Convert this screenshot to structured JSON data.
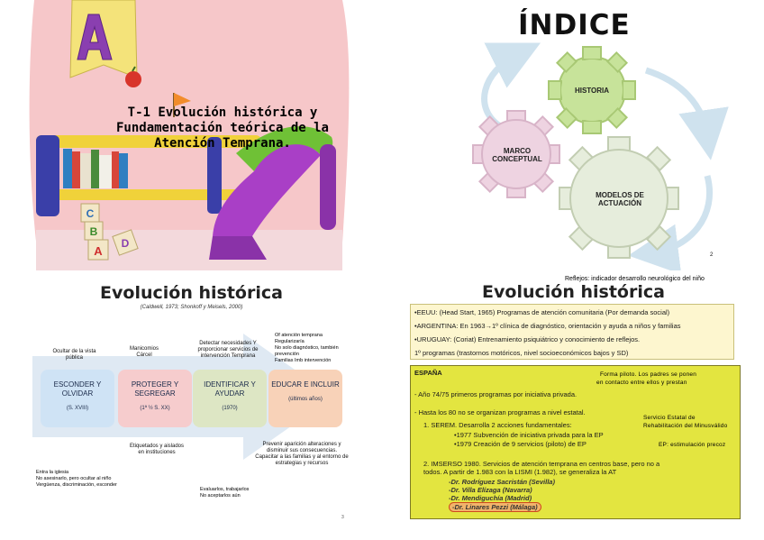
{
  "slide1": {
    "title_lines": [
      "T-1 Evolución histórica y",
      "Fundamentación teórica de la",
      "Atención Temprana."
    ],
    "block_letters": [
      "C",
      "B",
      "A",
      "D"
    ],
    "banner_letter": "A"
  },
  "slide2": {
    "title": "ÍNDICE",
    "gear_labels": [
      "HISTORIA",
      "MARCO CONCEPTUAL",
      "MODELOS DE ACTUACIÓN"
    ],
    "page": "2"
  },
  "slide3": {
    "title": "Evolución histórica",
    "citation": "(Caldwell, 1973; Shonkoff y Meisels, 2000)",
    "stages": [
      {
        "label": "ESCONDER Y OLVIDAR",
        "sub": "(S. XVIII)",
        "color": "#cfe3f5"
      },
      {
        "label": "PROTEGER Y SEGREGAR",
        "sub": "(1ª ½ S. XX)",
        "color": "#f6cccd"
      },
      {
        "label": "IDENTIFICAR Y AYUDAR",
        "sub": "(1970)",
        "color": "#dde6c4"
      },
      {
        "label": "EDUCAR E INCLUIR",
        "sub": "(últimos años)",
        "color": "#f8d2b8"
      }
    ],
    "notes_above": [
      "Ocultar de la vista pública",
      "Manicomios Cárcel",
      "Detectar necesidades Y proporcionar servicios de intervención Temprana"
    ],
    "note_right_top": [
      "Of atención temprana",
      "Regularizaría",
      "No solo diagnóstico, también",
      "prevención",
      "Familias Imb intervención"
    ],
    "notes_below": [
      "Etiquetados y aislados en instituciones",
      "Prevenir aparición alteraciones y disminuir sus consecuencias. Capacitar a las familias y al entorno de estrategias y recursos"
    ],
    "note_left_bottom": [
      "Entra la iglesia",
      "No asesinarlo, pero ocultar al niño",
      "Vergüenza, discriminación, esconder"
    ],
    "note_mid_bottom": [
      "Evaluarlos, trabajarlos",
      "No aceptarlos aún"
    ],
    "page": "3"
  },
  "slide4": {
    "title": "Evolución histórica",
    "reflejos": "Reflejos: indicador desarrollo neurológico del niño",
    "top_lines": [
      "•EEUU: (Head Start, 1965) Programas de atención comunitaria (Por demanda social)",
      "•ARGENTINA: En 1963→1º clínica de diagnóstico, orientación y ayuda a niños y familias",
      "•URUGUAY: (Coriat) Entrenamiento psiquiátrico y conocimiento de reflejos.",
      "1º programas (trastornos motóricos, nivel socioeconómicos bajos y SD)"
    ],
    "espana": "ESPAÑA",
    "lines": [
      "- Año 74/75 primeros programas por iniciativa privada.",
      "- Hasta los 80 no se organizan programas a nivel estatal.",
      "1. SEREM. Desarrolla 2 acciones fundamentales:",
      "•1977  Subvención de iniciativa privada para la EP",
      "•1979  Creación de 9 servicios (piloto) de EP",
      "2. IMSERSO 1980. Servicios de atención temprana en centros base, pero no a",
      "todos. A partir de 1.983 con la LISMI (1.982), se generaliza la AT"
    ],
    "side_notes": [
      "Forma piloto. Los padres se ponen",
      "en contacto entre ellos y prestan",
      "Servicio Estatal de",
      "Rehabilitación del Minusválido",
      "EP: estimulación precoz"
    ],
    "doctors": [
      "-Dr. Rodríguez Sacristán (Sevilla)",
      "-Dr. Villa Elízaga (Navarra)",
      "-Dr. Mendiguchía (Madrid)",
      "-Dr. Linares Pezzi (Málaga)"
    ]
  }
}
